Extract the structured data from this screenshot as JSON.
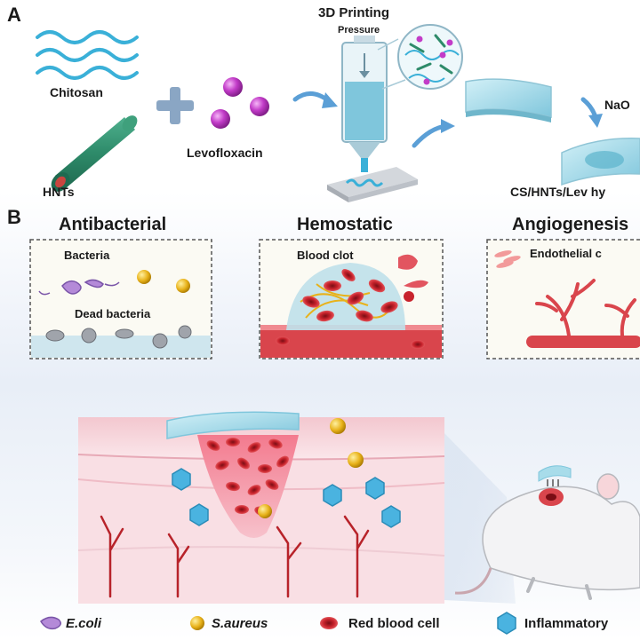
{
  "panel_a": {
    "letter": "A",
    "chitosan": "Chitosan",
    "hnts": "HNTs",
    "levofloxacin": "Levofloxacin",
    "printing": "3D Printing",
    "pressure": "Pressure",
    "naoh": "NaO",
    "product": "CS/HNTs/Lev hy"
  },
  "panel_b": {
    "letter": "B",
    "antibacterial": {
      "title": "Antibacterial",
      "bacteria": "Bacteria",
      "dead": "Dead bacteria"
    },
    "hemostatic": {
      "title": "Hemostatic",
      "clot": "Blood clot"
    },
    "angiogenesis": {
      "title": "Angiogenesis",
      "endothelial": "Endothelial c"
    }
  },
  "legend": {
    "ecoli": "E.coli",
    "saureus": "S.aureus",
    "rbc": "Red blood cell",
    "inflammatory": "Inflammatory"
  },
  "colors": {
    "chitosan": "#3ab0d8",
    "hnt_green": "#2e8b6a",
    "levofloxacin": "#c23cc8",
    "hydrogel": "#a8dcea",
    "blood": "#c8232c",
    "saureus": "#e8b21a",
    "inflammatory": "#4ab3e0",
    "ecoli": "#b48ad8"
  }
}
